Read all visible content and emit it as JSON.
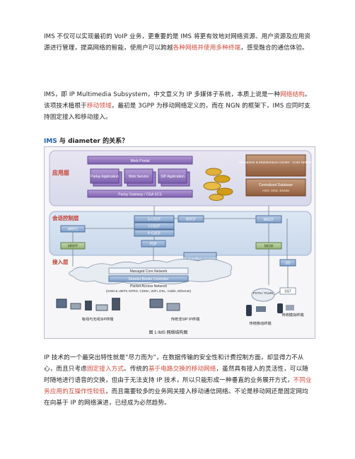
{
  "paragraphs": {
    "p1": {
      "before": "IMS 不仅可以实现最初的 VoIP 业务，更重要的是 IMS 将更有效地对网络资源、用户资源及应用资源进行管理，提高网络的智能，使用户可以跨越",
      "highlight": "各种网络并使用多种终端",
      "after": "，感受融合的通信体验。"
    },
    "p2": {
      "before": "IMS，即 IP Multimedia Subsystem，中文意义为 IP 多媒体子系统，本质上说是一种",
      "highlight1": "网络结构",
      "middle": "。该项技术植根于",
      "highlight2": "移动领域",
      "after": "，最初是 3GPP 为移动网络定义的，而在 NGN 的框架下，IMS 应同时支持固定接入和移动接入。"
    },
    "heading": {
      "ims": "IMS",
      "rest": " 与 diameter 的关系？"
    },
    "p3": {
      "s1": "IP 技术的一个最突出特性就是“尽力而为”，在数据传输的安全性和计费控制方面，却显得力不从心，而且只考虑",
      "r1": "固定接入方式",
      "s2": "。传统的",
      "r2": "基于电路交换的移动网络",
      "s3": "，虽然具有接入的灵活性，可以随时随地进行语音的交换，但由于无法支持 IP 技术，所以只能形成一种垂直的业务展开方式，",
      "r3": "不同业务应用的互操作性较低",
      "s4": "，而且需要较多的业务网关接入移动通信网络。不论是移动网还是固定网均在向基于 IP 的网络演进，已经成为必然趋势。"
    }
  },
  "figure": {
    "layer_app": "应用层",
    "layer_ctrl": "会话控制层",
    "layer_access": "接入层",
    "web_portal": "Web Portal",
    "app_boxes": [
      "Parlay Application",
      "Web Service",
      "SIP Application"
    ],
    "parlay_gateway": "Parlay Gateway / OSA SCS",
    "ops_center": "Operations & Maintenance Center - Core Network",
    "centralized_db": "Centralized Database",
    "db_sub": "HSS, DNS, ENUM",
    "scscf": "S-CSCF",
    "icscf": "I-CSCF",
    "pcscf": "P-CSCF",
    "bgcf": "BGCF",
    "mgcf": "MGCF",
    "mrfc": "MRFC",
    "mrfp": "MRFP",
    "pdf": "PDF",
    "mgw": "MGW",
    "sg": "SG",
    "ip_signalling": "IP Signalling Converter",
    "managed_core": "Managed Core Network",
    "sbc": "Session Border Controller",
    "packet_access": "Packet Access Network",
    "access_types": "(GSM & UMTS GPRS, CDMA, WiFi, DSL, Cable, Ethernet)",
    "pstn": "PSTN / PLMN",
    "ss7": "SS7",
    "label_wired": "有线与无线SIP终端",
    "label_traditional_sip": "传统非SIP IP终端",
    "label_mobile": "传统移动终端",
    "label_analog": "传统模拟终端",
    "caption": "图 1   IMS 网络结构图"
  },
  "colors": {
    "accent_red": "#d04a3a",
    "heading_blue": "#1f5fae",
    "layer_label": "#c0392b",
    "app_purple": "#8e6fb8",
    "ctrl_blue": "#9cb6d8",
    "db_brown": "#9a6a4a",
    "gold": "#d4a11a"
  }
}
